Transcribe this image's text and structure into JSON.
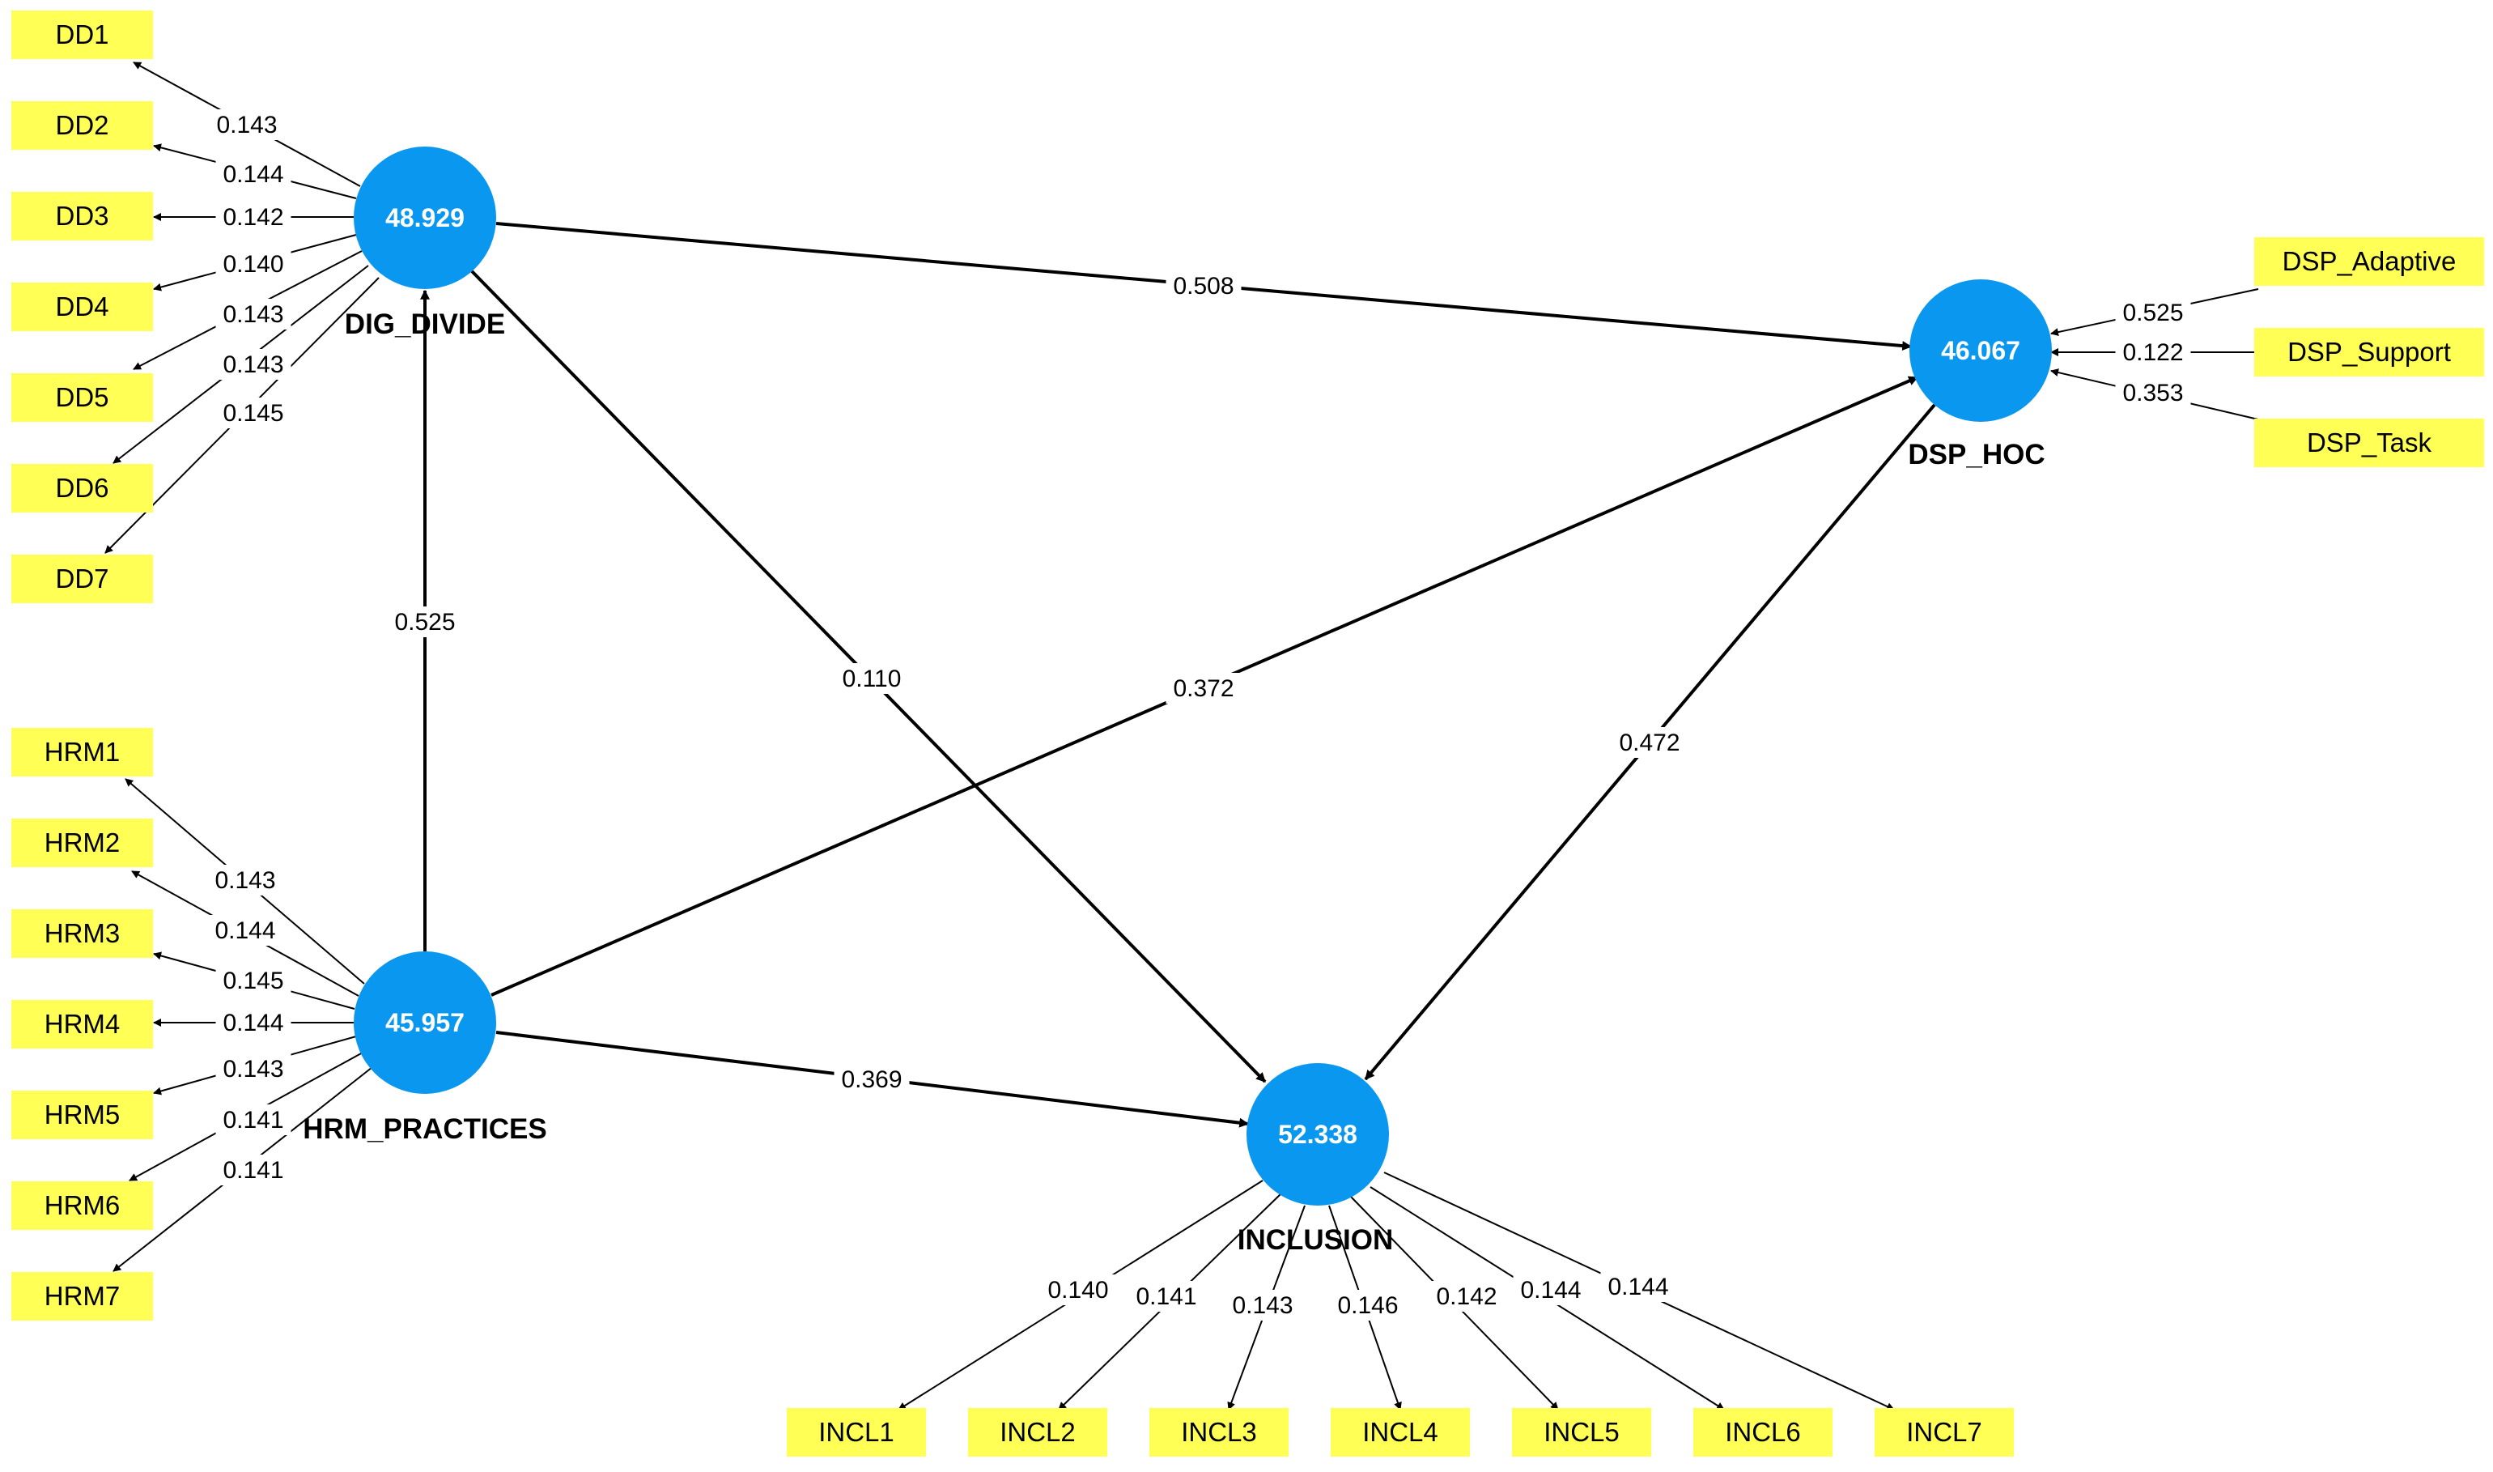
{
  "colors": {
    "indicator_fill": "#ffff55",
    "construct_fill": "#0a97f0",
    "construct_text": "#ffffff",
    "edge": "#000000"
  },
  "constructs": {
    "dig_divide": {
      "name": "DIG_DIVIDE",
      "value": "48.929"
    },
    "hrm_practices": {
      "name": "HRM_PRACTICES",
      "value": "45.957"
    },
    "dsp_hoc": {
      "name": "DSP_HOC",
      "value": "46.067"
    },
    "inclusion": {
      "name": "INCLUSION",
      "value": "52.338"
    }
  },
  "paths": [
    {
      "from": "HRM_PRACTICES",
      "to": "DIG_DIVIDE",
      "coefficient": "0.525"
    },
    {
      "from": "DIG_DIVIDE",
      "to": "DSP_HOC",
      "coefficient": "0.508"
    },
    {
      "from": "DIG_DIVIDE",
      "to": "INCLUSION",
      "coefficient": "0.110"
    },
    {
      "from": "HRM_PRACTICES",
      "to": "DSP_HOC",
      "coefficient": "0.372"
    },
    {
      "from": "HRM_PRACTICES",
      "to": "INCLUSION",
      "coefficient": "0.369"
    },
    {
      "from": "DSP_HOC",
      "to": "INCLUSION",
      "coefficient": "0.472"
    }
  ],
  "indicators": {
    "dig_divide": [
      {
        "label": "DD1",
        "weight": "0.143"
      },
      {
        "label": "DD2",
        "weight": "0.144"
      },
      {
        "label": "DD3",
        "weight": "0.142"
      },
      {
        "label": "DD4",
        "weight": "0.140"
      },
      {
        "label": "DD5",
        "weight": "0.143"
      },
      {
        "label": "DD6",
        "weight": "0.143"
      },
      {
        "label": "DD7",
        "weight": "0.145"
      }
    ],
    "hrm_practices": [
      {
        "label": "HRM1",
        "weight": "0.143"
      },
      {
        "label": "HRM2",
        "weight": "0.144"
      },
      {
        "label": "HRM3",
        "weight": "0.145"
      },
      {
        "label": "HRM4",
        "weight": "0.144"
      },
      {
        "label": "HRM5",
        "weight": "0.143"
      },
      {
        "label": "HRM6",
        "weight": "0.141"
      },
      {
        "label": "HRM7",
        "weight": "0.141"
      }
    ],
    "dsp_hoc": [
      {
        "label": "DSP_Adaptive",
        "weight": "0.525"
      },
      {
        "label": "DSP_Support",
        "weight": "0.122"
      },
      {
        "label": "DSP_Task",
        "weight": "0.353"
      }
    ],
    "inclusion": [
      {
        "label": "INCL1",
        "weight": "0.140"
      },
      {
        "label": "INCL2",
        "weight": "0.141"
      },
      {
        "label": "INCL3",
        "weight": "0.143"
      },
      {
        "label": "INCL4",
        "weight": "0.146"
      },
      {
        "label": "INCL5",
        "weight": "0.142"
      },
      {
        "label": "INCL6",
        "weight": "0.144"
      },
      {
        "label": "INCL7",
        "weight": "0.144"
      }
    ]
  }
}
